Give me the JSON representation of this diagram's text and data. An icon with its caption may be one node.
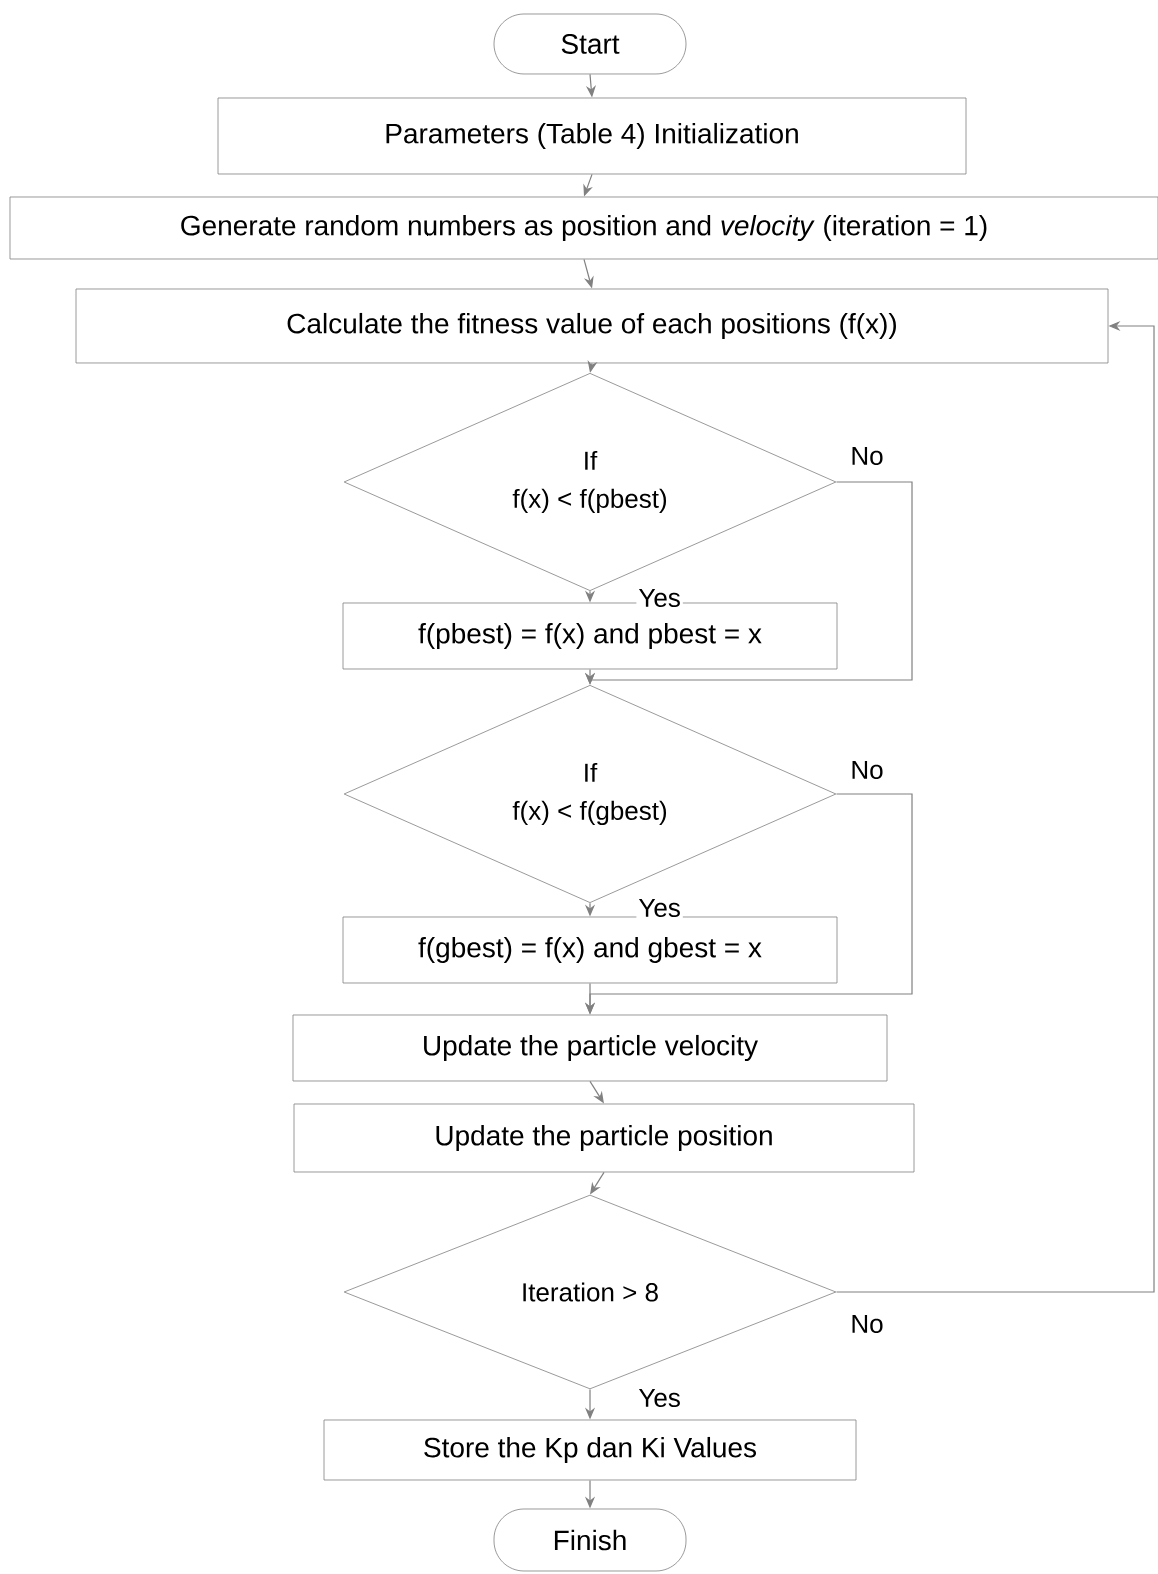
{
  "diagram": {
    "nodes": [
      {
        "text": [
          "Start"
        ]
      },
      {
        "text": [
          "Parameters (Table 4) Initialization"
        ]
      },
      {
        "text": [
          "Generate random numbers as position and *velocity* (iteration = 1)"
        ]
      },
      {
        "text": [
          "Calculate the fitness value of each positions (f(x))"
        ]
      },
      {
        "text": [
          "If",
          "f(x) < f(pbest)"
        ]
      },
      {
        "text": [
          "f(pbest) = f(x) and pbest = x"
        ]
      },
      {
        "text": [
          "If",
          "f(x) < f(gbest)"
        ]
      },
      {
        "text": [
          "f(gbest) = f(x) and gbest = x"
        ]
      },
      {
        "text": [
          "Update the particle velocity"
        ]
      },
      {
        "text": [
          "Update the particle position"
        ]
      },
      {
        "text": [
          "Iteration > 8"
        ]
      },
      {
        "text": [
          "Store the Kp dan Ki Values"
        ]
      },
      {
        "text": [
          "Finish"
        ]
      }
    ],
    "edges": [
      {
        "from": 0,
        "to": 1,
        "arrow": "to"
      },
      {
        "from": 1,
        "to": 2,
        "arrow": "to"
      },
      {
        "from": 2,
        "to": 3,
        "arrow": "to"
      },
      {
        "from": 3,
        "to": 4,
        "arrow": "to"
      },
      {
        "from": 4,
        "to": 5,
        "arrow": "to",
        "label": "Yes"
      },
      {
        "from": 4,
        "to": 6,
        "arrow": "to",
        "label": "No"
      },
      {
        "from": 5,
        "to": 6,
        "arrow": "to"
      },
      {
        "from": 6,
        "to": 7,
        "arrow": "to",
        "label": "Yes"
      },
      {
        "from": 6,
        "to": 8,
        "arrow": "to",
        "label": "No"
      },
      {
        "from": 7,
        "to": 8,
        "arrow": "to"
      },
      {
        "from": 8,
        "to": 9,
        "arrow": "to"
      },
      {
        "from": 9,
        "to": 10,
        "arrow": "to"
      },
      {
        "from": 10,
        "to": 11,
        "arrow": "to",
        "label": "Yes"
      },
      {
        "from": 10,
        "to": 3,
        "arrow": "to",
        "label": "No"
      },
      {
        "from": 11,
        "to": 12,
        "arrow": "to"
      }
    ]
  }
}
